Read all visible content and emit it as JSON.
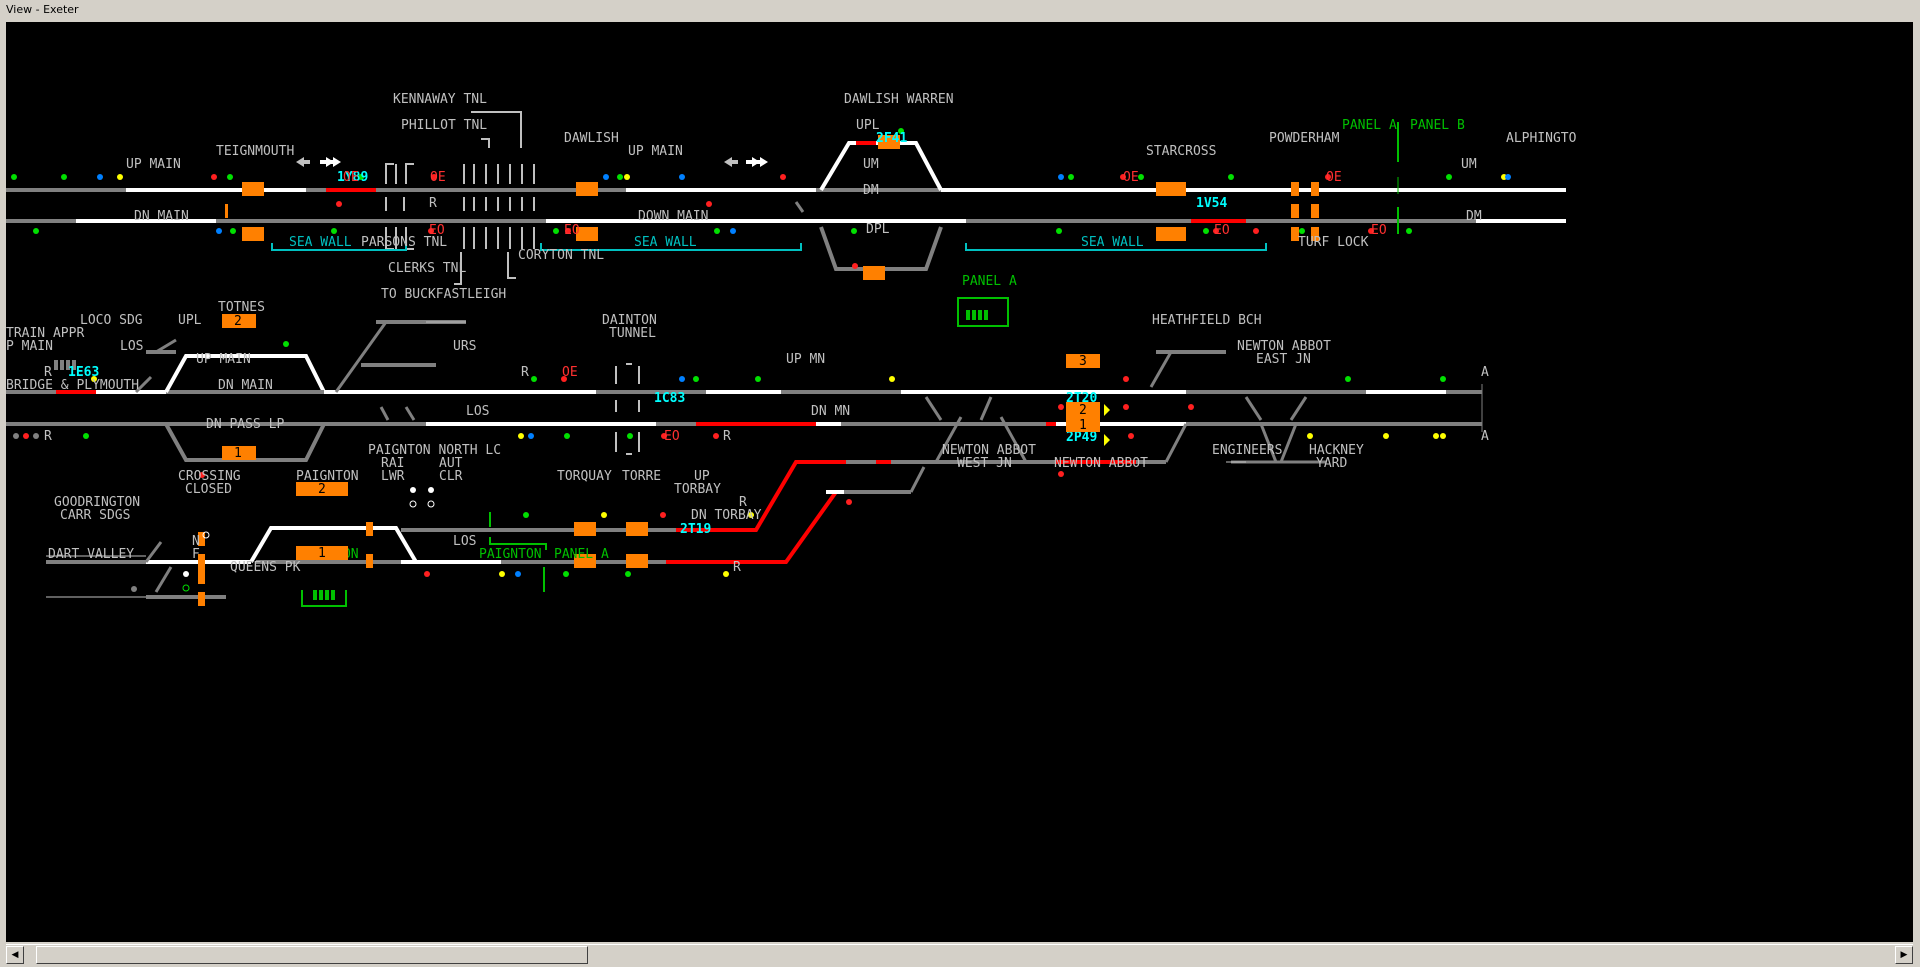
{
  "window": {
    "title": "View - Exeter"
  },
  "colors": {
    "track_plain": "#808080",
    "track_set": "#ffffff",
    "track_occupied": "#ff0000",
    "label": "#c0c0c0",
    "berth": "#00ffff",
    "panel": "#00c000",
    "box": "#ff8000"
  },
  "labels": {
    "kennaway_tnl": "KENNAWAY TNL",
    "phillot_tnl": "PHILLOT TNL",
    "dawlish_warren": "DAWLISH WARREN",
    "teignmouth": "TEIGNMOUTH",
    "dawlish": "DAWLISH",
    "up_main_1": "UP MAIN",
    "up_main_2": "UP MAIN",
    "upl_top": "UPL",
    "um": "UM",
    "dm_mid": "DM",
    "starcross": "STARCROSS",
    "powderham": "POWDERHAM",
    "panel_a_top": "PANEL A",
    "panel_b_top": "PANEL B",
    "alphington": "ALPHINGTO",
    "um_right": "UM",
    "dn_main_1": "DN MAIN",
    "down_main": "DOWN MAIN",
    "dpl": "DPL",
    "dm_right": "DM",
    "sea_wall_1": "SEA WALL",
    "parsons_tnl": "PARSONS TNL",
    "sea_wall_2": "SEA WALL",
    "sea_wall_3": "SEA WALL",
    "turf_lock": "TURF LOCK",
    "clerks_tnl": "CLERKS TNL",
    "coryton_tnl": "CORYTON TNL",
    "panel_a_mid": "PANEL A",
    "to_buckfastleigh": "TO BUCKFASTLEIGH",
    "totnes": "TOTNES",
    "loco_sdg": "LOCO SDG",
    "upl_mid": "UPL",
    "train_appr": "TRAIN APPR",
    "p_main": "P MAIN",
    "los_1": "LOS",
    "dainton": "DAINTON",
    "tunnel": "TUNNEL",
    "heathfield_bch": "HEATHFIELD BCH",
    "newton_abbot": "NEWTON ABBOT",
    "east_jn": "EAST JN",
    "urs": "URS",
    "up_main_3": "UP MAIN",
    "up_mn": "UP MN",
    "bridge_plymouth": "BRIDGE & PLYMOUTH",
    "dn_main_2": "DN MAIN",
    "los_2": "LOS",
    "dn_mn": "DN MN",
    "dn_pass_lp": "DN PASS LP",
    "newton_abbot_west": "NEWTON ABBOT",
    "west_jn": "WEST JN",
    "newton_abbot_stn": "NEWTON ABBOT",
    "engineers": "ENGINEERS",
    "hackney": "HACKNEY",
    "yard": "YARD",
    "paignton_north_lc": "PAIGNTON NORTH LC",
    "rai": "RAI",
    "aut": "AUT",
    "lwr": "LWR",
    "clr": "CLR",
    "crossing": "CROSSING",
    "closed": "CLOSED",
    "paignton": "PAIGNTON",
    "torquay": "TORQUAY",
    "torre": "TORRE",
    "up_torbay_1": "UP",
    "up_torbay_2": "TORBAY",
    "goodrington": "GOODRINGTON",
    "carr_sdgs": "CARR SDGS",
    "dn_torbay": "DN TORBAY",
    "los_3": "LOS",
    "dart_valley": "DART VALLEY",
    "n_lbl": "N",
    "f_lbl": "F",
    "queens_pk": "QUEENS PK",
    "paignton_panel": "PAIGNTON",
    "paignton_bottom": "PAIGNTON",
    "panel_a_bottom": "PANEL A",
    "r": "R",
    "a": "A",
    "oe": "OE",
    "eo": "EO"
  },
  "berths": {
    "b1": "1Y89",
    "b2": "2F41",
    "b3": "1V54",
    "b4": "1E63",
    "b5": "1C83",
    "b6": "2T20",
    "b7": "2P49",
    "b8": "2T19"
  },
  "boxes": {
    "totnes": "2",
    "dn_pass": "1",
    "na_east": "3",
    "na_stack_top": "2",
    "na_stack_bottom": "1",
    "paignton_up": "2",
    "paignton_dn": "1"
  }
}
